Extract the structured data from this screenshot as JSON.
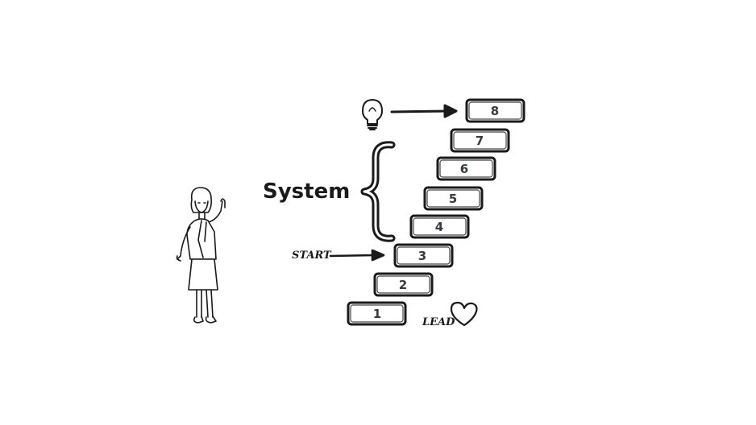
{
  "diagram": {
    "heading": "System",
    "start_label": "START",
    "lead_label": "LEAD",
    "steps": [
      "1",
      "2",
      "3",
      "4",
      "5",
      "6",
      "7",
      "8"
    ],
    "colors": {
      "ink": "#1a1a1a",
      "number": "#333c44",
      "background": "#ffffff"
    },
    "icons": [
      "woman-figure-icon",
      "lightbulb-icon",
      "heart-icon",
      "curly-brace-icon",
      "arrow-right-icon"
    ]
  }
}
